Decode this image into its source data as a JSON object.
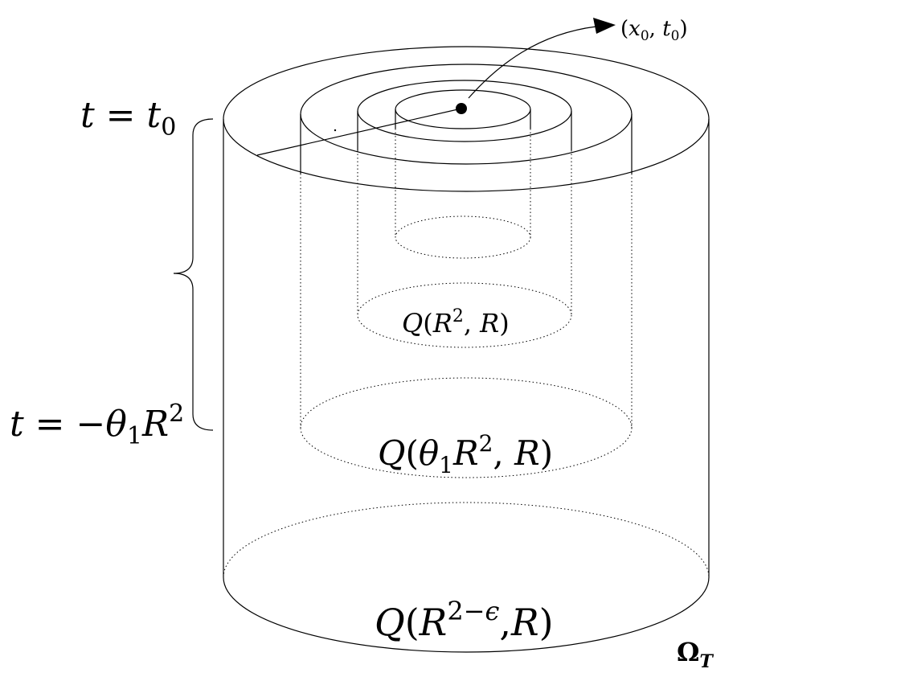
{
  "labels": {
    "top_point": "(x0, t0)",
    "time_top": "t = t0",
    "time_bottom": "t = −θ1R2",
    "inner_cylinder": "Q(R2, R)",
    "middle_cylinder": "Q(θ1R2, R)",
    "outer_cylinder": "Q(R2−ϵ,R)",
    "domain": "ΩT"
  }
}
